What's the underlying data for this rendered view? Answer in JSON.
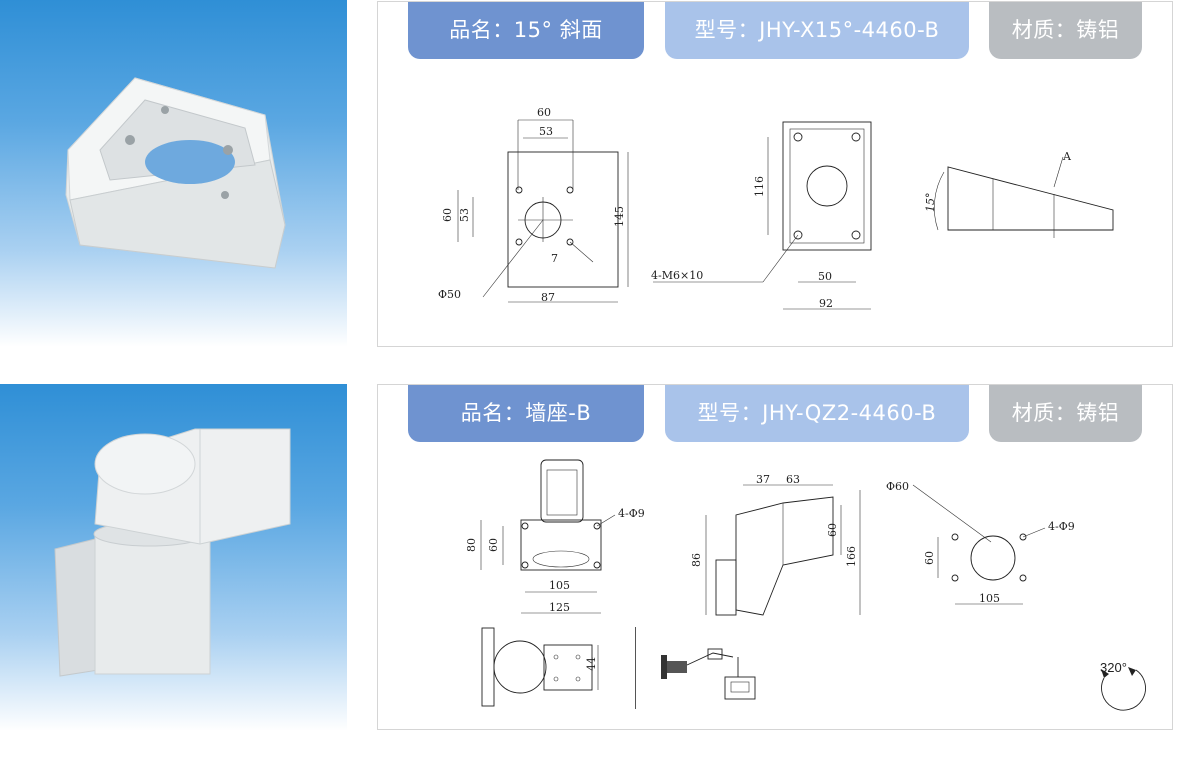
{
  "products": [
    {
      "name_label": "品名：15° 斜面",
      "model_label": "型号：JHY-X15°-4460-B",
      "material_label": "材质：铸铝",
      "drawing_labels": {
        "w60": "60",
        "w53": "53",
        "h60": "60",
        "h53": "53",
        "h145": "145",
        "d7": "7",
        "phi50": "Φ50",
        "w87": "87",
        "h116": "116",
        "screw": "4-M6×10",
        "w50": "50",
        "w92": "92",
        "angle": "15°",
        "section": "A"
      }
    },
    {
      "name_label": "品名：墙座-B",
      "model_label": "型号：JHY-QZ2-4460-B",
      "material_label": "材质：铸铝",
      "drawing_labels": {
        "holes1": "4-Φ9",
        "h80": "80",
        "h60a": "60",
        "w105a": "105",
        "w125": "125",
        "w37": "37",
        "w63": "63",
        "h60b": "60",
        "h86": "86",
        "h166": "166",
        "phi60": "Φ60",
        "holes2": "4-Φ9",
        "h60c": "60",
        "w105b": "105",
        "h44": "44",
        "rotation": "320°"
      }
    }
  ]
}
